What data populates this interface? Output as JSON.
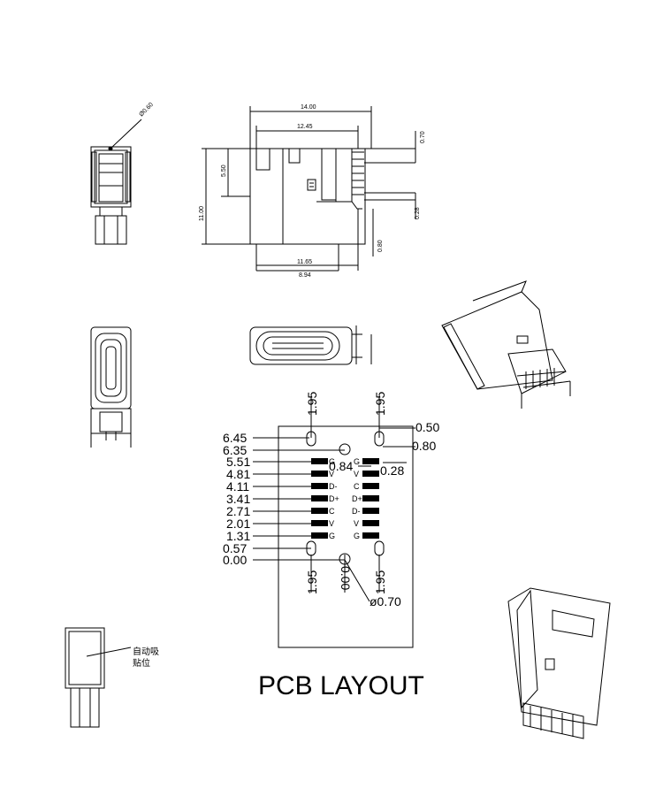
{
  "title": "PCB LAYOUT",
  "note": [
    "自动吸",
    "贴位"
  ],
  "top_view": {
    "width_total": "14.00",
    "width_inner": "12.45",
    "height_total": "11.00",
    "height_upper": "5.50",
    "bottom_width_a": "11.65",
    "bottom_width_b": "8.94",
    "pin_pitch": "0.70",
    "pin_thick": "0.28",
    "tail_len": "0.80",
    "hole_dia": "Ø0.60"
  },
  "pcb": {
    "row_labels": [
      "6.45",
      "6.35",
      "5.51",
      "4.81",
      "4.11",
      "3.41",
      "2.71",
      "2.01",
      "1.31",
      "0.57",
      "0.00"
    ],
    "top_left_dim": "1.95",
    "top_right_dim": "1.95",
    "bottom_left_dim": "1.95",
    "bottom_mid_dim": "0.00",
    "bottom_right_dim": "1.95",
    "hole_dia": "ø0.70",
    "slot_w": "0.50",
    "slot_h": "0.80",
    "pad_w": "0.28",
    "pad_pitch": "0.84",
    "left_pins": [
      "G",
      "V",
      "D-",
      "D+",
      "C",
      "V",
      "G"
    ],
    "right_pins": [
      "G",
      "V",
      "C",
      "D+",
      "D-",
      "V",
      "G"
    ]
  }
}
